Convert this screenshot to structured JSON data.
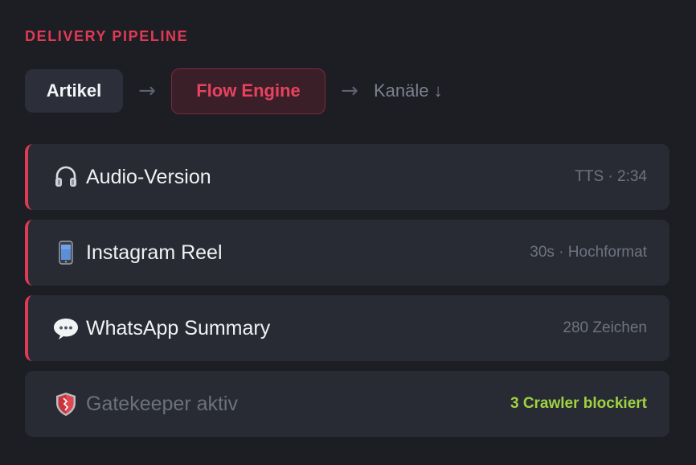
{
  "header": {
    "title": "DELIVERY PIPELINE"
  },
  "pipeline": {
    "steps": [
      {
        "label": "Artikel"
      },
      {
        "label": "Flow Engine"
      },
      {
        "label": "Kanäle ↓"
      }
    ],
    "arrow": "→"
  },
  "channels": [
    {
      "icon": "headphones-icon",
      "title": "Audio-Version",
      "meta": "TTS · 2:34"
    },
    {
      "icon": "phone-icon",
      "title": "Instagram Reel",
      "meta": "30s · Hochformat"
    },
    {
      "icon": "speech-bubble-icon",
      "title": "WhatsApp Summary",
      "meta": "280 Zeichen"
    }
  ],
  "gatekeeper": {
    "icon": "shield-icon",
    "title": "Gatekeeper aktiv",
    "status": "3 Crawler blockiert"
  },
  "colors": {
    "accent": "#e23a55",
    "success": "#9fd241",
    "background": "#1c1e24",
    "card": "#282b34"
  }
}
